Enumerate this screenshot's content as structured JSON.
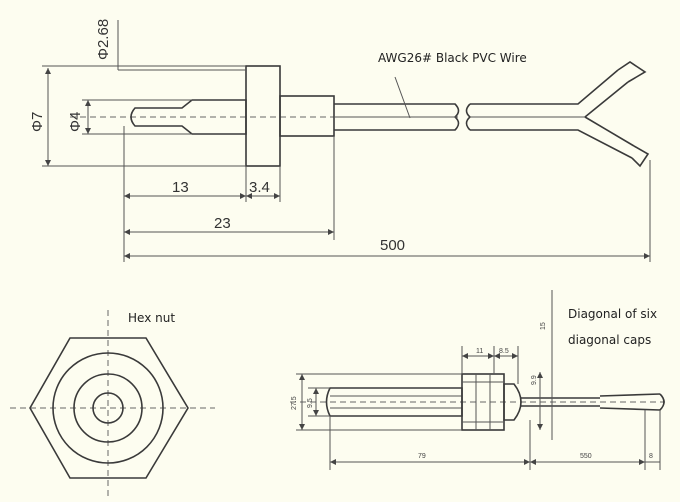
{
  "labels": {
    "wire": "AWG26# Black PVC Wire",
    "hex_nut": "Hex nut",
    "diagonal_line1": "Diagonal of six",
    "diagonal_line2": "diagonal caps"
  },
  "top_view": {
    "dim_phi_2_68": "Φ2.68",
    "dim_phi_7": "Φ7",
    "dim_phi_4": "Φ4",
    "dim_13": "13",
    "dim_3_4": "3.4",
    "dim_23": "23",
    "dim_500": "500"
  },
  "side_view": {
    "dim_11": "11",
    "dim_8_5": "8.5",
    "dim_15": "15",
    "dim_27_5": "27.5",
    "dim_9_5": "9.5",
    "dim_9_9": "9.9",
    "dim_79": "79",
    "dim_550": "550",
    "dim_8": "8"
  },
  "colors": {
    "background": "#fdfdf0",
    "line": "#3a3a3a"
  }
}
